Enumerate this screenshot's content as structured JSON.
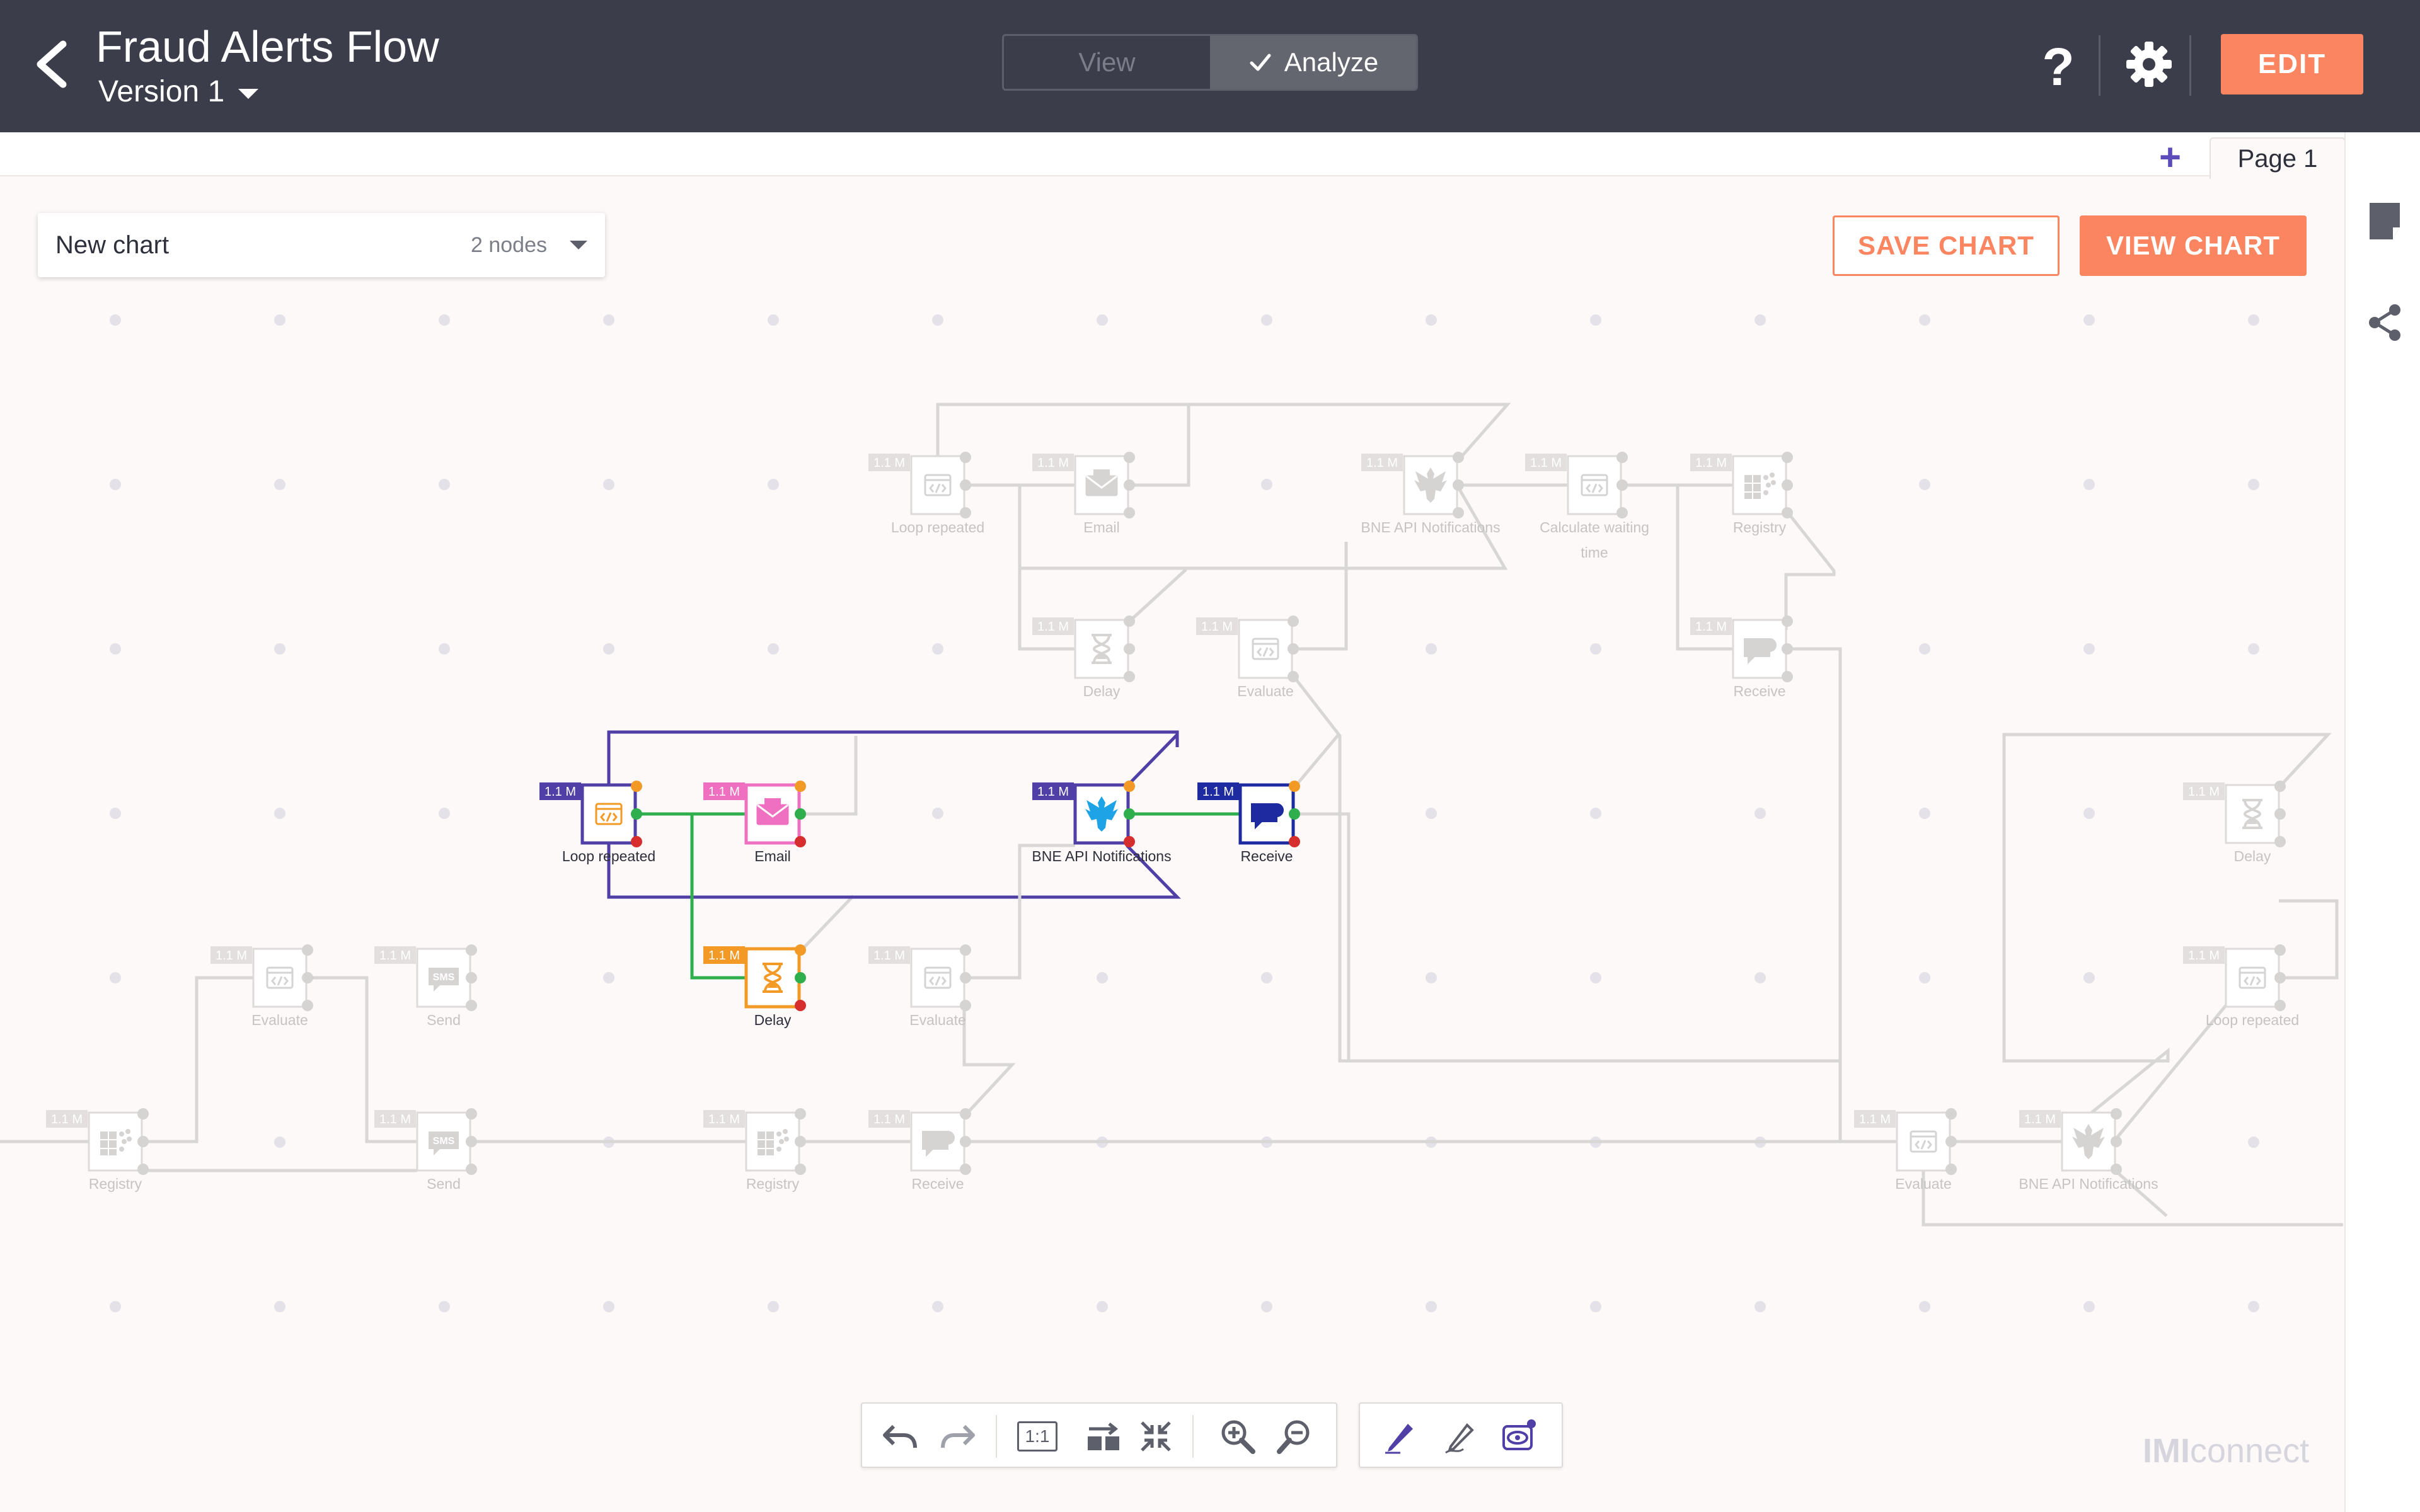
{
  "header": {
    "title": "Fraud Alerts Flow",
    "version": "Version 1",
    "mode_view": "View",
    "mode_analyze": "Analyze",
    "help": "?",
    "edit": "EDIT"
  },
  "tabs": {
    "add": "+",
    "page": "Page 1"
  },
  "chart_selector": {
    "name": "New chart",
    "count": "2 nodes"
  },
  "actions": {
    "save": "SAVE CHART",
    "view": "VIEW CHART"
  },
  "toolbar": {
    "fit": "1:1"
  },
  "brand": {
    "bold": "IMI",
    "rest": "connect"
  },
  "node_count_badge": "1.1 M",
  "colors": {
    "header": "#3b3d4a",
    "accent": "#fb8560",
    "purple": "#4f3fa6",
    "green": "#2fae4e",
    "pink": "#ef6fc0",
    "orange": "#f39a26",
    "navy": "#1d2aa0",
    "muted": "#d9d6d6"
  },
  "nodes": [
    {
      "label": "Loop repeated",
      "icon": "code-icon",
      "active": false
    },
    {
      "label": "Email",
      "icon": "email-icon",
      "active": false
    },
    {
      "label": "BNE API Notifications",
      "icon": "eagle-icon",
      "active": false
    },
    {
      "label": "Calculate waiting",
      "label2": "time",
      "icon": "code-icon",
      "active": false
    },
    {
      "label": "Registry",
      "icon": "registry-icon",
      "active": false
    },
    {
      "label": "Delay",
      "icon": "hourglass-icon",
      "active": false
    },
    {
      "label": "Evaluate",
      "icon": "code-icon",
      "active": false
    },
    {
      "label": "Receive",
      "icon": "receive-icon",
      "active": false
    },
    {
      "label": "Loop repeated",
      "icon": "code-icon",
      "active": true,
      "color": "#f39a26",
      "badge": "#4f3fa6"
    },
    {
      "label": "Email",
      "icon": "email-icon",
      "active": true,
      "color": "#ef6fc0",
      "badge": "#ef6fc0"
    },
    {
      "label": "BNE API Notifications",
      "icon": "eagle-icon",
      "active": true,
      "color": "#1ea4e6",
      "badge": "#4f3fa6"
    },
    {
      "label": "Receive",
      "icon": "receive-icon",
      "active": true,
      "color": "#1d2aa0",
      "badge": "#1d2aa0"
    },
    {
      "label": "Delay",
      "icon": "hourglass-icon",
      "active": true,
      "color": "#f39a26",
      "badge": "#f39a26"
    },
    {
      "label": "Delay",
      "icon": "hourglass-icon",
      "active": false
    },
    {
      "label": "Evaluate",
      "icon": "code-icon",
      "active": false
    },
    {
      "label": "Send",
      "icon": "sms-icon",
      "active": false
    },
    {
      "label": "Evaluate",
      "icon": "code-icon",
      "active": false
    },
    {
      "label": "Loop repeated",
      "icon": "code-icon",
      "active": false
    },
    {
      "label": "Registry",
      "icon": "registry-icon",
      "active": false
    },
    {
      "label": "Send",
      "icon": "sms-icon",
      "active": false
    },
    {
      "label": "Registry",
      "icon": "registry-icon",
      "active": false
    },
    {
      "label": "Receive",
      "icon": "receive-icon",
      "active": false
    },
    {
      "label": "Evaluate",
      "icon": "code-icon",
      "active": false
    },
    {
      "label": "BNE API Notifications",
      "icon": "eagle-icon",
      "active": false
    }
  ]
}
